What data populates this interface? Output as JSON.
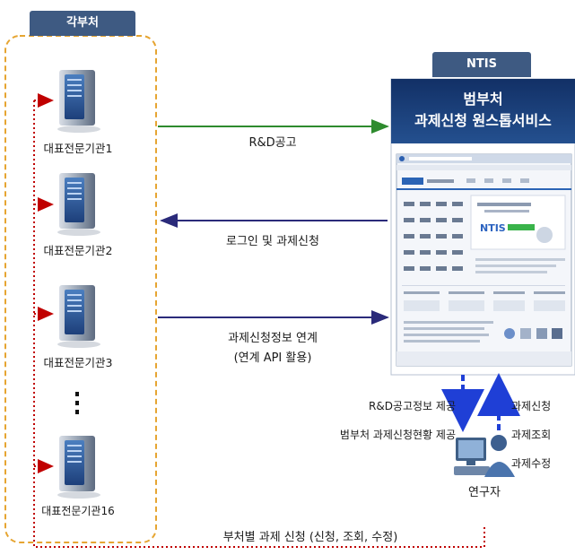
{
  "left_panel": {
    "title": "각부처",
    "servers": [
      "대표전문기관1",
      "대표전문기관2",
      "대표전문기관3",
      "대표전문기관16"
    ]
  },
  "ntis": {
    "tab": "NTIS",
    "title_line1": "범부처",
    "title_line2": "과제신청 원스톱서비스",
    "screenshot_logo": "NTIS"
  },
  "arrows": {
    "rnd_notice": "R&D공고",
    "login_apply": "로그인 및 과제신청",
    "apply_info_line1": "과제신청정보 연계",
    "apply_info_line2": "(연계 API 활용)"
  },
  "ntis_to_researcher": {
    "line1": "R&D공고정보 제공",
    "line2": "범부처 과제신청현황 제공"
  },
  "researcher_to_ntis": {
    "items": [
      "과제신청",
      "과제조회",
      "과제수정"
    ]
  },
  "researcher": {
    "label": "연구자"
  },
  "bottom_flow": {
    "label": "부처별 과제 신청 (신청, 조회, 수정)"
  },
  "colors": {
    "tab_blue": "#3e5a82",
    "ntis_dark": "#1c3a6b",
    "green_arrow": "#2e8b2e",
    "navy_arrow": "#2a2a7a",
    "dotted_red": "#c00000",
    "dashed_blue": "#1f3fd6",
    "orange_border": "#e6a532"
  }
}
